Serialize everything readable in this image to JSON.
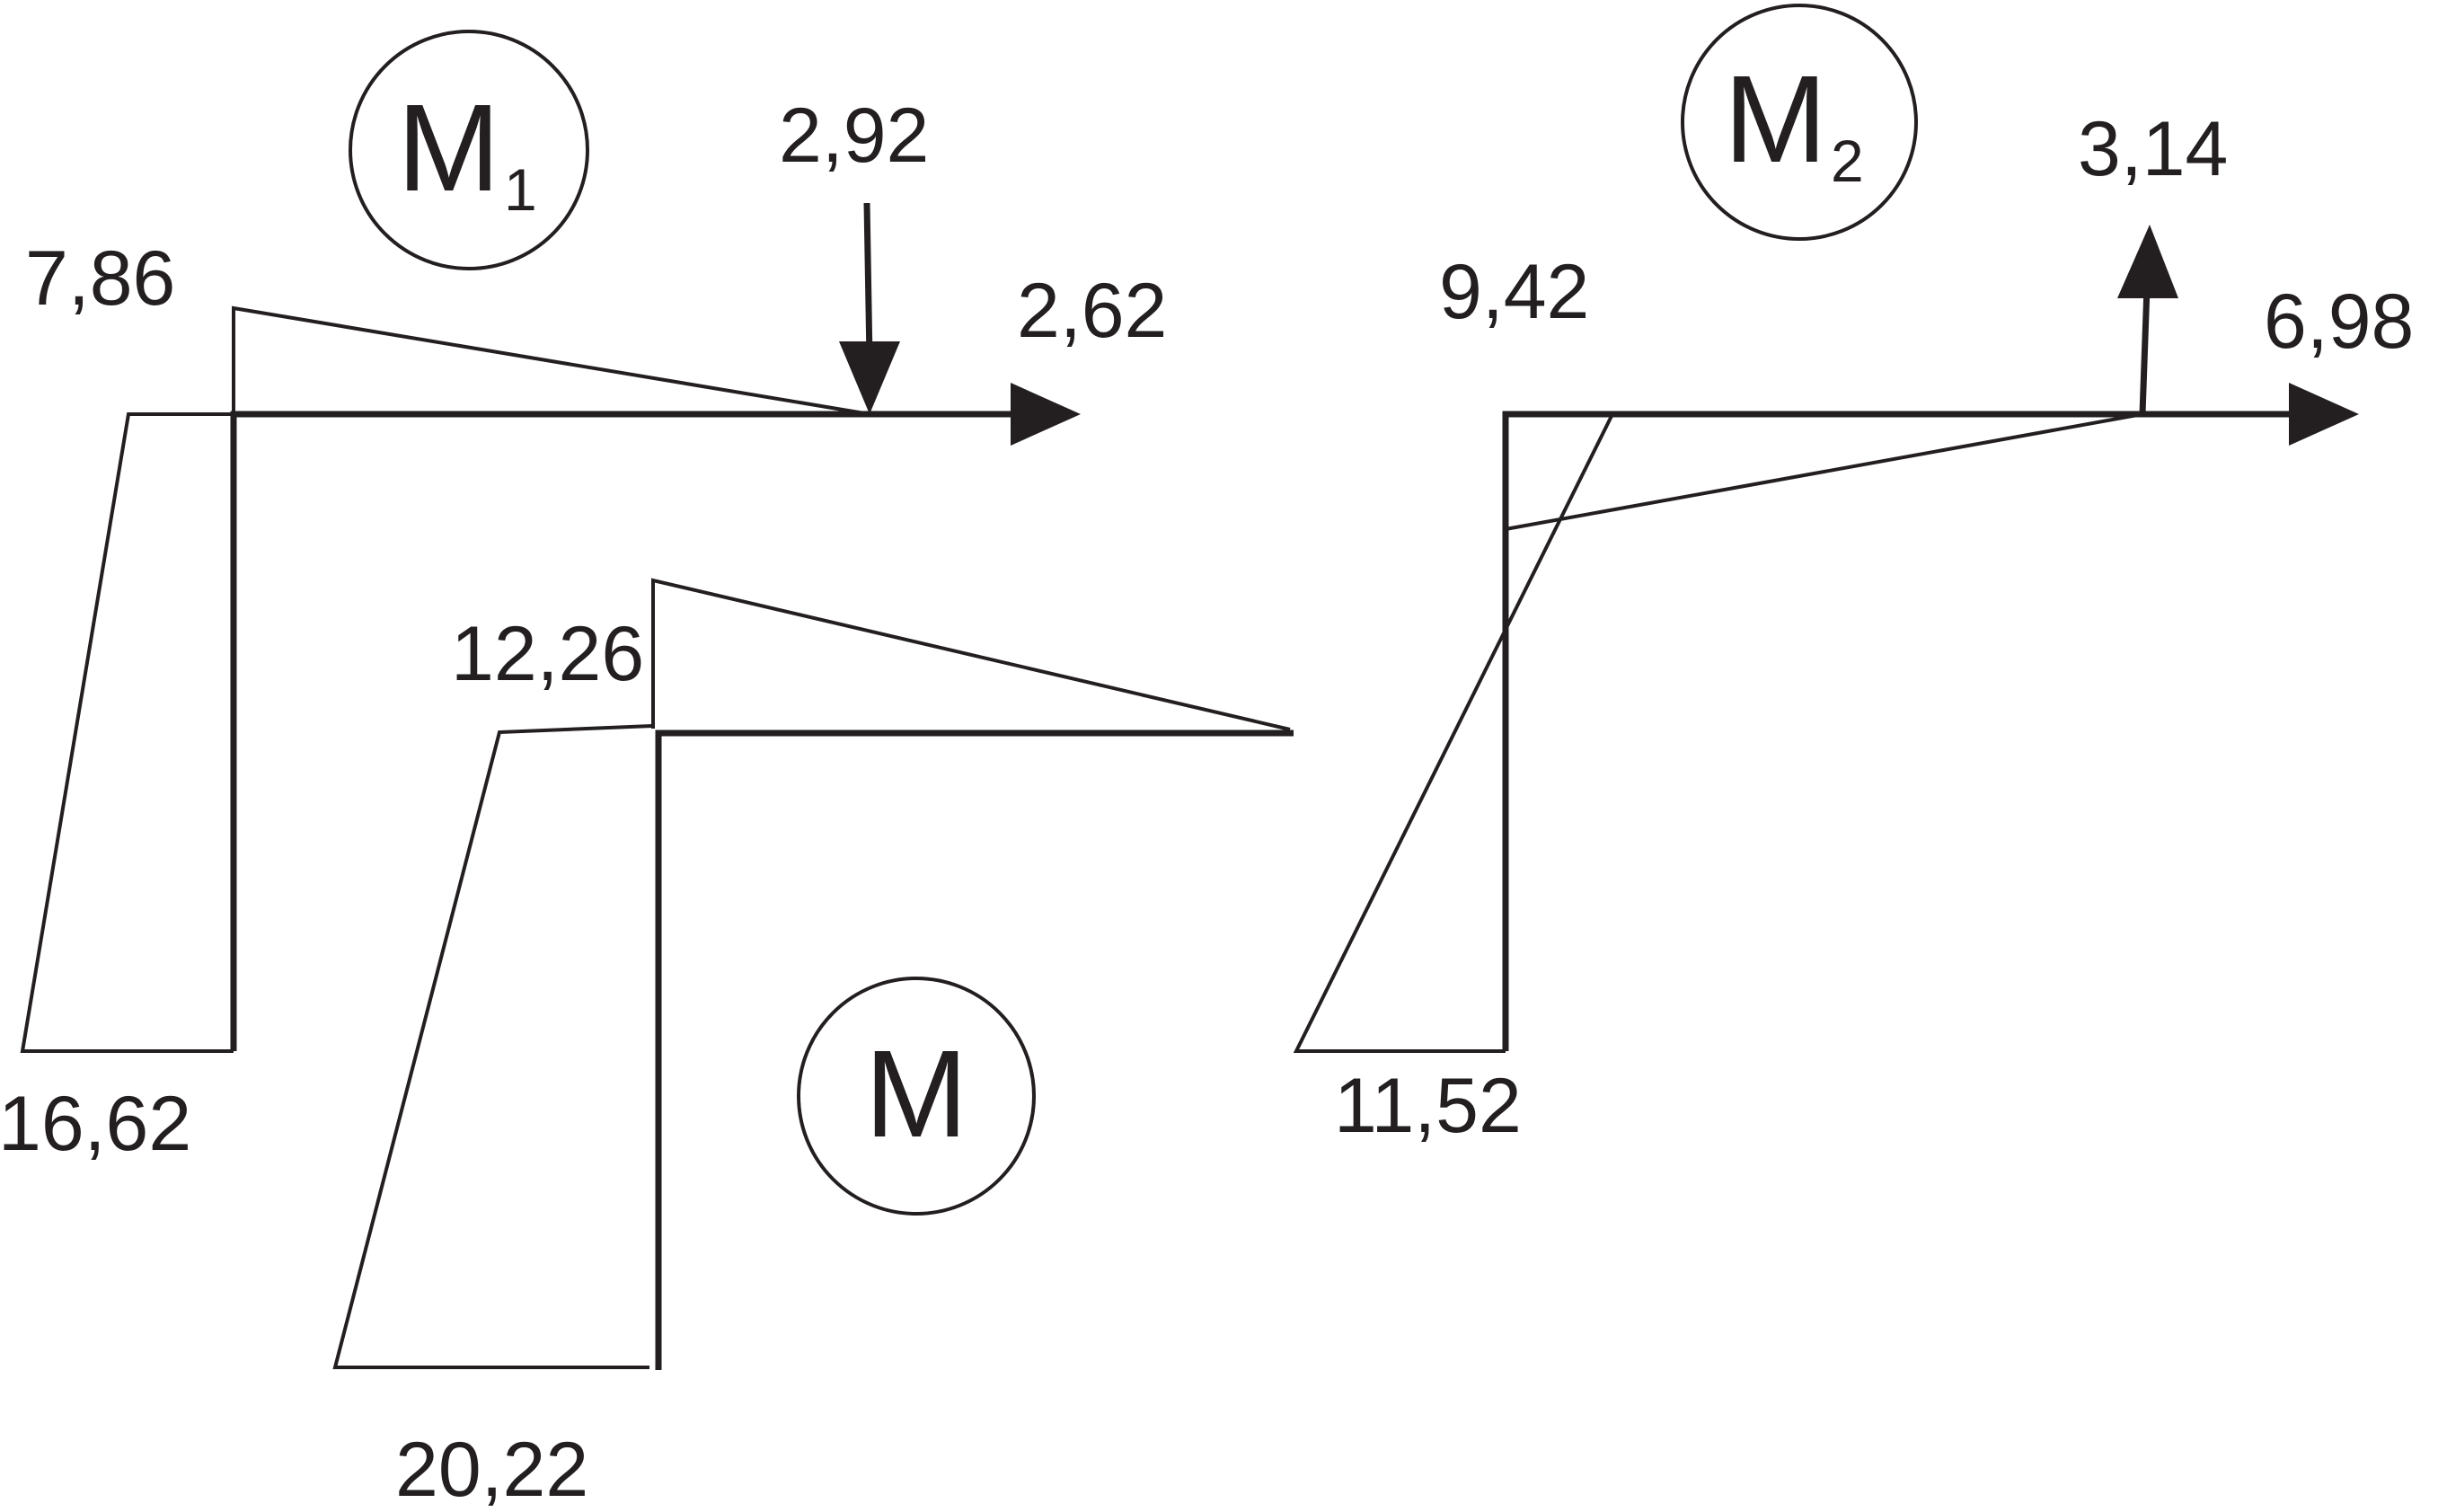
{
  "diagrams": {
    "m1": {
      "label": "M",
      "subscript": "1",
      "values": [
        "7,86",
        "16,62",
        "2,92",
        "2,62"
      ]
    },
    "m2": {
      "label": "M",
      "subscript": "2",
      "values": [
        "9,42",
        "11,52",
        "3,14",
        "6,98"
      ]
    },
    "m": {
      "label": "M",
      "values": [
        "12,26",
        "20,22"
      ]
    }
  },
  "colors": {
    "ink": "#231f20",
    "background": "#ffffff"
  }
}
